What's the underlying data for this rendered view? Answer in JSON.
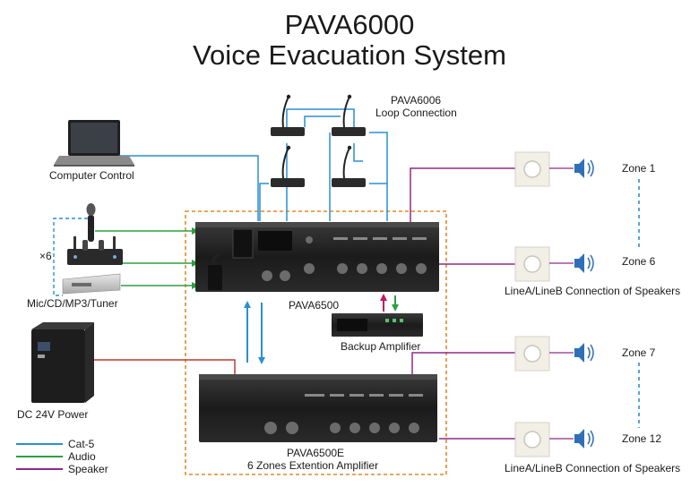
{
  "title": {
    "line1": "PAVA6000",
    "line2": "Voice Evacuation System"
  },
  "labels": {
    "pava6006": "PAVA6006",
    "loop_connection": "Loop Connection",
    "computer_control": "Computer Control",
    "times_six": "×6",
    "sources": "Mic/CD/MP3/Tuner",
    "pava6500": "PAVA6500",
    "backup_amplifier": "Backup  Amplifier",
    "dc_power": "DC 24V Power",
    "pava6500e": "PAVA6500E",
    "extension_amp": "6 Zones Extention Amplifier",
    "zone1": "Zone 1",
    "zone6": "Zone 6",
    "zone7": "Zone 7",
    "zone12": "Zone 12",
    "speakers_conn_1": "LineA/LineB Connection of Speakers",
    "speakers_conn_2": "LineA/LineB Connection of Speakers"
  },
  "legend": [
    {
      "label": "Cat-5",
      "color": "#2a8fd0"
    },
    {
      "label": "Audio",
      "color": "#2f9e44"
    },
    {
      "label": "Speaker",
      "color": "#8e2a8a"
    }
  ],
  "colors": {
    "cat5": "#2a8fd0",
    "audio": "#2f9e44",
    "speaker": "#8e2a8a",
    "power": "#c0392b",
    "dashed_box": "#e08a2c",
    "zone_dash": "#2a8fd0"
  }
}
